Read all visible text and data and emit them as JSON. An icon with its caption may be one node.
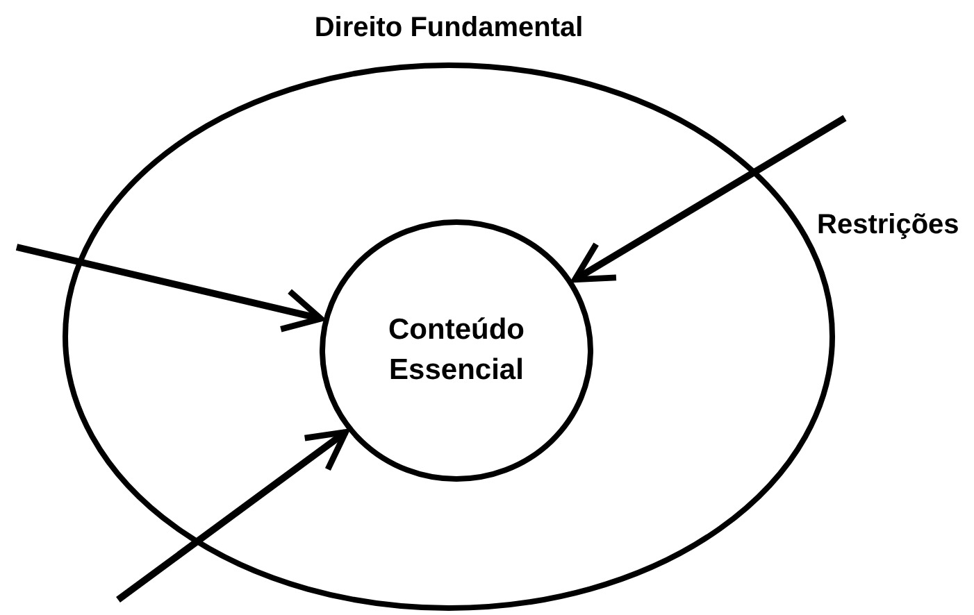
{
  "diagram": {
    "nodes": [
      {
        "text": [
          "Direito Fundamental"
        ]
      },
      {
        "text": [
          "Conteúdo Essencial"
        ],
        "in": 0
      }
    ],
    "edges": [
      {
        "from": null,
        "to": 1,
        "arrow": "to"
      },
      {
        "from": null,
        "to": 1,
        "arrow": "to"
      },
      {
        "from": null,
        "to": 1,
        "arrow": "to"
      }
    ],
    "labels": [
      "Restrições"
    ]
  }
}
